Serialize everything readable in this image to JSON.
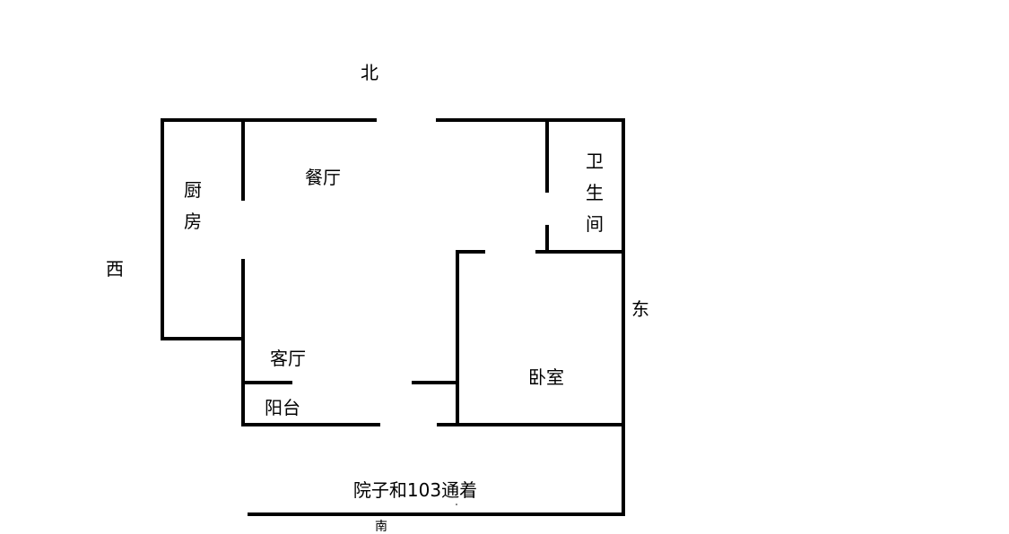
{
  "directions": {
    "north": "北",
    "south": "南",
    "east": "东",
    "west": "西"
  },
  "rooms": {
    "kitchen": [
      "厨",
      "房"
    ],
    "dining": "餐厅",
    "bathroom": [
      "卫",
      "生",
      "间"
    ],
    "living": "客厅",
    "balcony": "阳台",
    "bedroom": "卧室"
  },
  "yard_note": "院子和103通着",
  "colors": {
    "wall": "#000000",
    "background": "#ffffff"
  }
}
